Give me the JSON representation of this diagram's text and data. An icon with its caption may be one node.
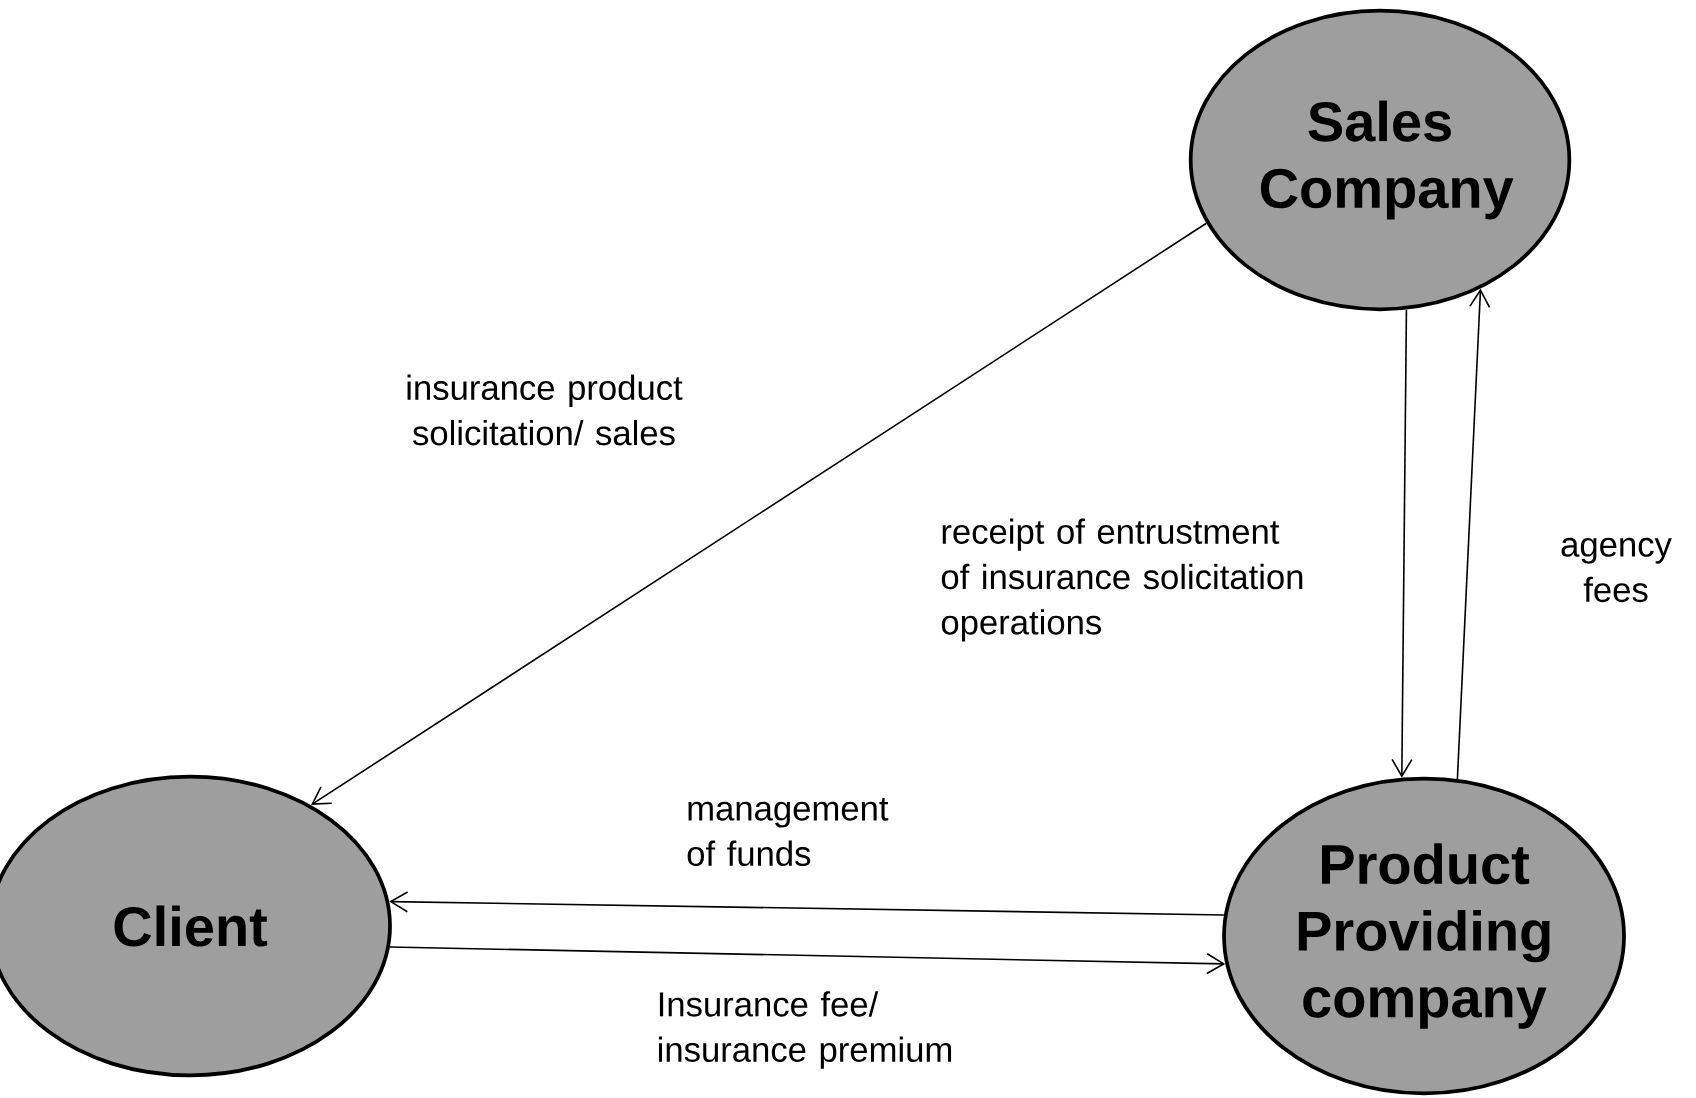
{
  "diagram": {
    "nodes": [
      {
        "text": [
          "Sales Company"
        ]
      },
      {
        "text": [
          "Client"
        ]
      },
      {
        "text": [
          "Product Providing company"
        ]
      }
    ],
    "edges": [
      {
        "from": 0,
        "to": 1,
        "arrow": "to",
        "label": "insurance product solicitation/ sales"
      },
      {
        "from": 0,
        "to": 2,
        "arrow": "to",
        "label": "receipt of entrustment of insurance solicitation operations"
      },
      {
        "from": 2,
        "to": 0,
        "arrow": "to",
        "label": "agency fees"
      },
      {
        "from": 2,
        "to": 1,
        "arrow": "to",
        "label": "management of funds"
      },
      {
        "from": 1,
        "to": 2,
        "arrow": "to",
        "label": "Insurance fee/ insurance premium"
      }
    ]
  }
}
